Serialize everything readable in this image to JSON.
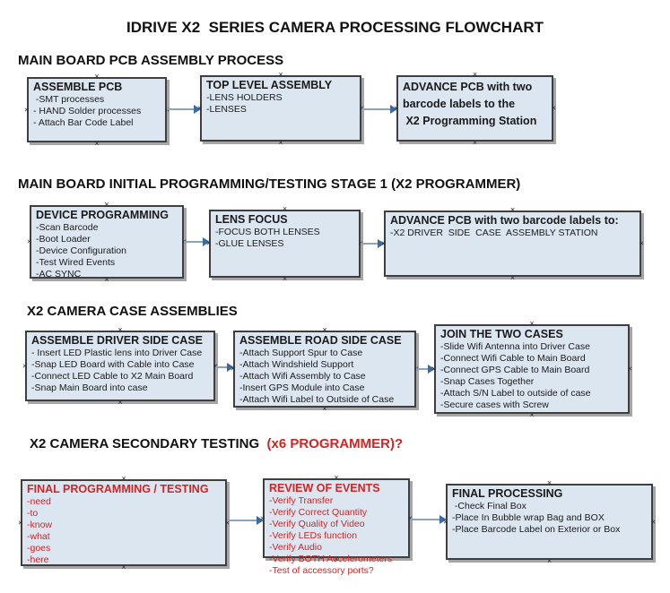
{
  "page": {
    "title": "IDRIVE X2  SERIES CAMERA PROCESSING FLOWCHART"
  },
  "palette": {
    "box_fill": "#dce6f1",
    "box_border": "#3f3f3f",
    "box_shadow": "#a6a6a6",
    "arrow_line": "#8ca3bd",
    "arrow_head": "#3a6ba5",
    "text_black": "#1a1a1a",
    "text_red": "#cc2626"
  },
  "icons": {
    "connection_anchor_glyph": "×",
    "arrow_head": "right-triangle"
  },
  "sections": [
    {
      "heading": "MAIN BOARD PCB ASSEMBLY PROCESS",
      "boxes": [
        {
          "title_lines": [
            "ASSEMBLE PCB"
          ],
          "items": [
            " -SMT processes",
            "- HAND Solder processes",
            "- Attach Bar Code Label"
          ],
          "text_color": "#1a1a1a"
        },
        {
          "title_lines": [
            "TOP LEVEL ASSEMBLY"
          ],
          "items": [
            "-LENS HOLDERS",
            "-LENSES"
          ],
          "text_color": "#1a1a1a"
        },
        {
          "title_lines": [
            "ADVANCE PCB with two",
            "barcode labels to the",
            " X2 Programming Station"
          ],
          "items": [],
          "text_color": "#1a1a1a"
        }
      ]
    },
    {
      "heading": "MAIN BOARD INITIAL PROGRAMMING/TESTING STAGE 1 (X2 PROGRAMMER)",
      "boxes": [
        {
          "title_lines": [
            "DEVICE PROGRAMMING"
          ],
          "items": [
            "-Scan Barcode",
            "-Boot Loader",
            "-Device Configuration",
            "-Test Wired Events",
            "-AC SYNC"
          ],
          "text_color": "#1a1a1a"
        },
        {
          "title_lines": [
            "LENS FOCUS"
          ],
          "items": [
            "-FOCUS BOTH LENSES",
            "-GLUE LENSES"
          ],
          "text_color": "#1a1a1a"
        },
        {
          "title_lines": [
            "ADVANCE PCB with two barcode labels to:"
          ],
          "items": [
            "-X2 DRIVER  SIDE  CASE  ASSEMBLY STATION"
          ],
          "text_color": "#1a1a1a"
        }
      ]
    },
    {
      "heading": "X2 CAMERA CASE ASSEMBLIES",
      "boxes": [
        {
          "title_lines": [
            "ASSEMBLE DRIVER SIDE CASE"
          ],
          "items": [
            "- Insert LED Plastic lens into Driver Case",
            "-Snap LED Board with Cable into Case",
            "-Connect LED Cable to X2 Main Board",
            "-Snap Main Board into case"
          ],
          "text_color": "#1a1a1a"
        },
        {
          "title_lines": [
            "ASSEMBLE ROAD SIDE CASE"
          ],
          "items": [
            "-Attach Support Spur to Case",
            "-Attach Windshield Support",
            "-Attach Wifi Assembly to Case",
            "-Insert GPS Module into Case",
            "-Attach Wifi Label to Outside of Case"
          ],
          "text_color": "#1a1a1a"
        },
        {
          "title_lines": [
            "JOIN THE TWO CASES"
          ],
          "items": [
            "-Slide Wifi Antenna into Driver Case",
            "-Connect Wifi Cable to Main Board",
            "-Connect GPS Cable to Main Board",
            "-Snap Cases Together",
            "-Attach S/N Label to outside of case",
            "-Secure cases with Screw"
          ],
          "text_color": "#1a1a1a"
        }
      ]
    },
    {
      "heading": "X2 CAMERA SECONDARY TESTING",
      "heading_red_suffix": "  (x6 PROGRAMMER)?",
      "boxes": [
        {
          "title_lines": [
            "FINAL PROGRAMMING / TESTING"
          ],
          "items": [
            "-need",
            "-to",
            "-know",
            "-what",
            "-goes",
            "-here"
          ],
          "text_color": "#cc2626"
        },
        {
          "title_lines": [
            "REVIEW OF EVENTS"
          ],
          "items": [
            "-Verify Transfer",
            "-Verify Correct Quantity",
            "-Verify Quality of Video",
            "-Verify LEDs function",
            "-Verify Audio",
            "-Verify BOTH Accelerometers",
            "-Test of accessory ports?"
          ],
          "text_color": "#cc2626"
        },
        {
          "title_lines": [
            "FINAL PROCESSING"
          ],
          "items": [
            " -Check Final Box",
            "-Place In Bubble wrap Bag and BOX",
            "-Place Barcode Label on Exterior or Box"
          ],
          "text_color": "#1a1a1a"
        }
      ]
    }
  ]
}
